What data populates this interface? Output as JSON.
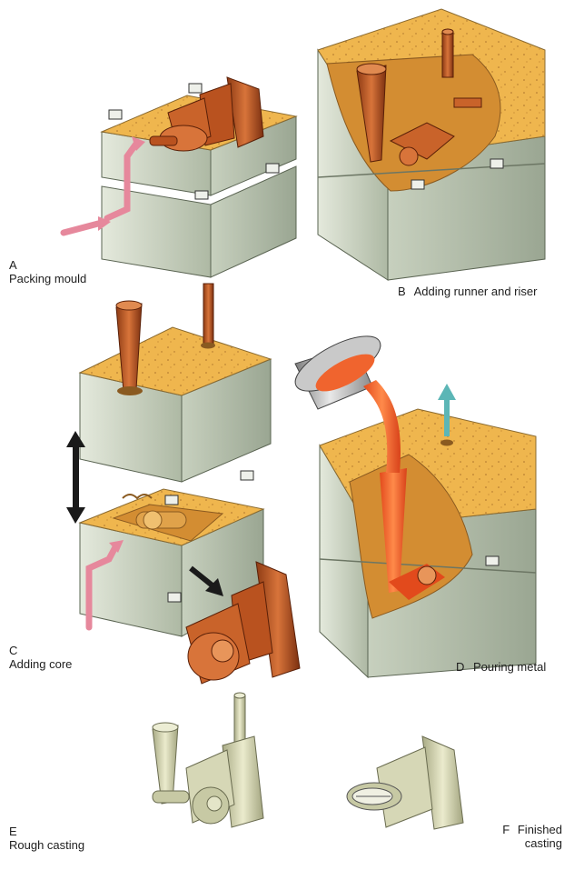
{
  "panels": [
    {
      "letter": "A",
      "caption": "Packing mould"
    },
    {
      "letter": "B",
      "caption": "Adding runner and riser"
    },
    {
      "letter": "C",
      "caption": "Adding core"
    },
    {
      "letter": "D",
      "caption": "Pouring metal"
    },
    {
      "letter": "E",
      "caption": "Rough casting"
    },
    {
      "letter": "F",
      "caption_lines": [
        "Finished",
        "casting"
      ]
    }
  ],
  "colors": {
    "sand": "#efb64e",
    "sand_dark": "#d38d32",
    "flask_side": "#cbd3c1",
    "flask_front": "#b9c4b0",
    "copper": "#c35a24",
    "molten": "#f0642e",
    "arrow_pink": "#e6889c",
    "arrow_black": "#1a1a1a",
    "arrow_teal": "#5cb6b6",
    "cast_metal": "#cfcfa9"
  }
}
